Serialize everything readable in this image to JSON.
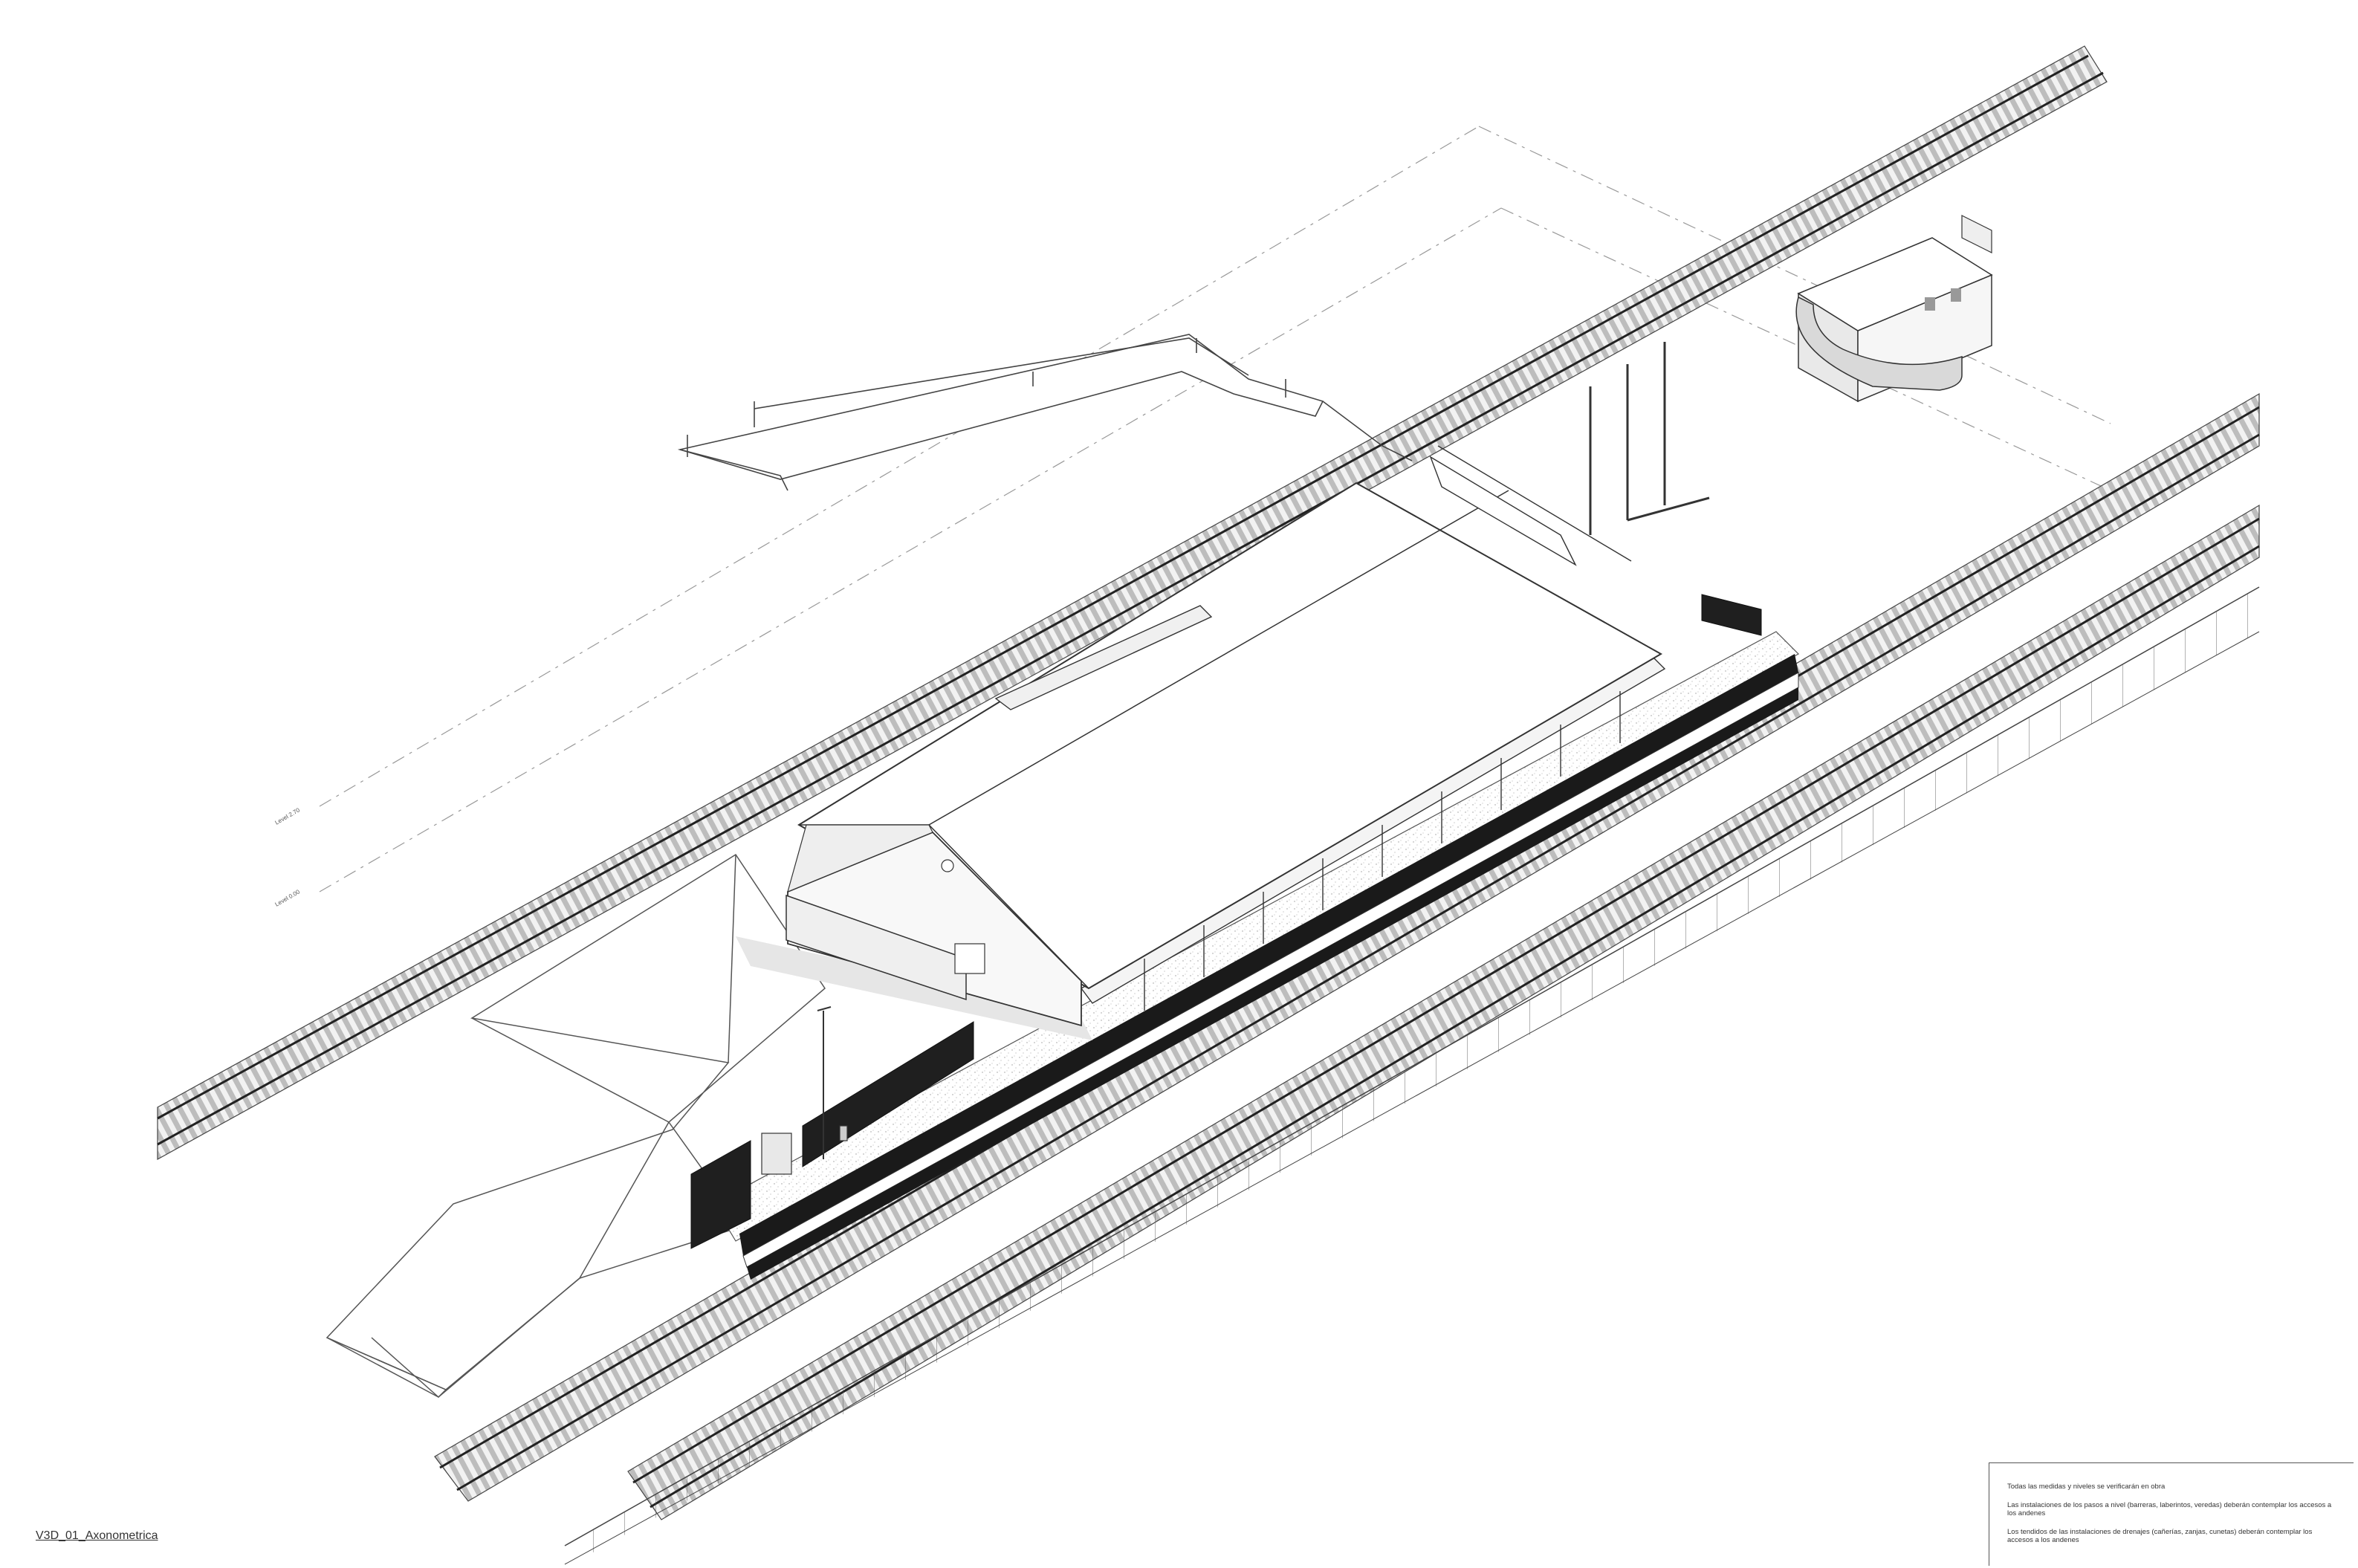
{
  "drawing": {
    "view_name": "V3D_01_Axonometrica",
    "level_tag_1": "Level 2.70",
    "level_tag_2": "Level 0.00"
  },
  "notes": {
    "note_1": "Todas las medidas y niveles se verificarán en obra",
    "note_2": "Las instalaciones de los pasos a nivel (barreras, laberintos, veredas) deberán contemplar los accesos a los andenes",
    "note_3": "Los tendidos de las instalaciones de drenajes (cañerías, zanjas, cunetas) deberán contemplar los accesos a los andenes"
  },
  "colors": {
    "line": "#333333",
    "rail_fill": "#cfcfcf",
    "shadow": "#e6e6e6",
    "dark": "#1a1a1a"
  }
}
